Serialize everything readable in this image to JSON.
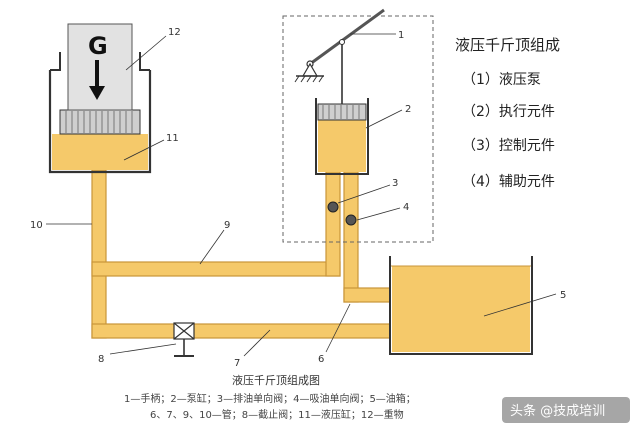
{
  "diagram": {
    "legend": {
      "title": "液压千斤顶组成",
      "items": [
        "（1）液压泵",
        "（2）执行元件",
        "（3）控制元件",
        "（4）辅助元件"
      ]
    },
    "weight_label": "G",
    "callouts": [
      "1",
      "2",
      "3",
      "4",
      "5",
      "6",
      "7",
      "8",
      "9",
      "10",
      "11",
      "12"
    ],
    "caption_title": "液压千斤顶组成图",
    "caption_line1": "1—手柄；2—泵缸；3—排油单向阀；4—吸油单向阀；5—油箱；",
    "caption_line2": "6、7、9、10—管；8—截止阀；11—液压缸；12—重物",
    "watermark": "头条 @技成培训"
  },
  "colors": {
    "oil": "#f5c96a",
    "oil_edge": "#c8953a",
    "outline": "#333333",
    "weight": "#e2e2e2",
    "piston": "#cfcfcf"
  }
}
